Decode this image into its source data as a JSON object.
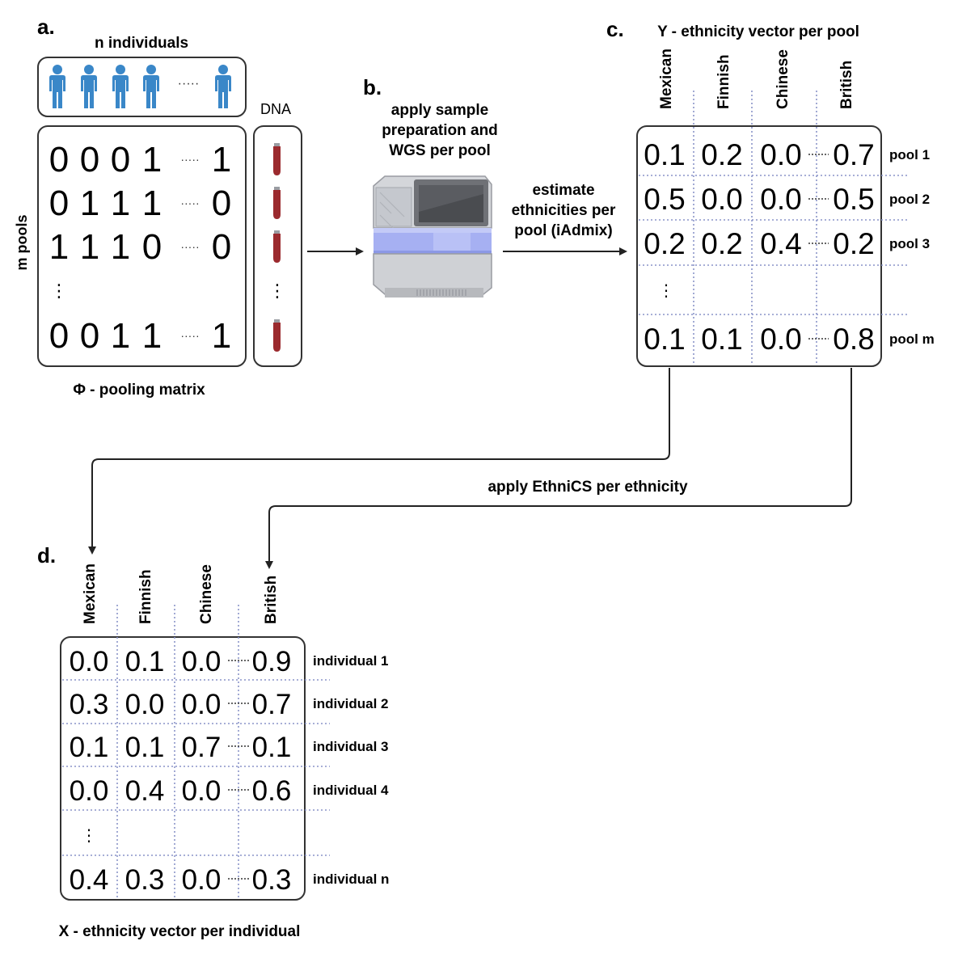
{
  "panel_a": {
    "label": "a.",
    "individuals_title": "n individuals",
    "dna_label": "DNA",
    "m_pools_label": "m pools",
    "matrix_caption": "Φ - pooling matrix",
    "ellipsis_h": "·····",
    "ellipsis_v": "⋮",
    "rows": [
      [
        "0",
        "0",
        "0",
        "1",
        "1"
      ],
      [
        "0",
        "1",
        "1",
        "1",
        "0"
      ],
      [
        "1",
        "1",
        "1",
        "0",
        "0"
      ],
      [
        "0",
        "0",
        "1",
        "1",
        "1"
      ]
    ]
  },
  "panel_b": {
    "label": "b.",
    "caption_lines": [
      "apply sample",
      "preparation and",
      "WGS per pool"
    ],
    "estimate_lines": [
      "estimate",
      "ethnicities per",
      "pool (iAdmix)"
    ]
  },
  "panel_c": {
    "label": "c.",
    "title": "Y - ethnicity vector per pool",
    "columns": [
      "Mexican",
      "Finnish",
      "Chinese",
      "British"
    ],
    "rows": [
      {
        "label": "pool 1",
        "values": [
          "0.1",
          "0.2",
          "0.0",
          "0.7"
        ]
      },
      {
        "label": "pool 2",
        "values": [
          "0.5",
          "0.0",
          "0.0",
          "0.5"
        ]
      },
      {
        "label": "pool 3",
        "values": [
          "0.2",
          "0.2",
          "0.4",
          "0.2"
        ]
      },
      {
        "label": "pool m",
        "values": [
          "0.1",
          "0.1",
          "0.0",
          "0.8"
        ]
      }
    ]
  },
  "link_label": "apply EthniCS per ethnicity",
  "panel_d": {
    "label": "d.",
    "caption": "X - ethnicity vector per individual",
    "columns": [
      "Mexican",
      "Finnish",
      "Chinese",
      "British"
    ],
    "rows": [
      {
        "label": "individual 1",
        "values": [
          "0.0",
          "0.1",
          "0.0",
          "0.9"
        ]
      },
      {
        "label": "individual 2",
        "values": [
          "0.3",
          "0.0",
          "0.0",
          "0.7"
        ]
      },
      {
        "label": "individual 3",
        "values": [
          "0.1",
          "0.1",
          "0.7",
          "0.1"
        ]
      },
      {
        "label": "individual 4",
        "values": [
          "0.0",
          "0.4",
          "0.0",
          "0.6"
        ]
      },
      {
        "label": "individual n",
        "values": [
          "0.4",
          "0.3",
          "0.0",
          "0.3"
        ]
      }
    ]
  },
  "colors": {
    "person": "#3a87c8",
    "tube": "#9b2a2e",
    "dotted": "#8a94c8",
    "box": "#333333"
  }
}
